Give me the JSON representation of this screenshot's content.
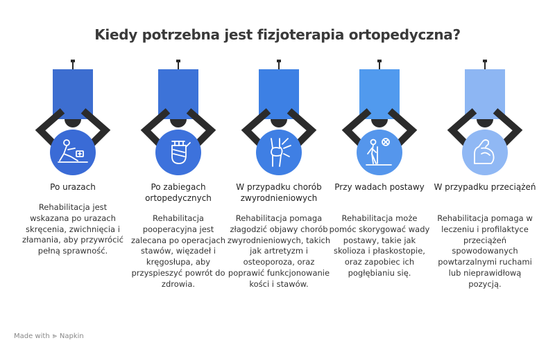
{
  "title": "Kiedy potrzebna jest fizjoterapia ortopedyczna?",
  "colors": {
    "arm": "#2b2b2b",
    "block": [
      "#3d6ed0",
      "#3d73d8",
      "#3d80e4",
      "#519aee",
      "#8db6f3"
    ],
    "circle": [
      "#3a6bd6",
      "#3d72dc",
      "#3f7fe4",
      "#5596ec",
      "#90b8f4"
    ]
  },
  "items": [
    {
      "heading": "Po urazach",
      "description": "Rehabilitacja jest wskazana po urazach skręcenia, zwichnięcia i złamania, aby przywrócić pełną sprawność.",
      "icon": "injured-person-icon"
    },
    {
      "heading": "Po zabiegach ortopedycznych",
      "description": "Rehabilitacja pooperacyjna jest zalecana po operacjach stawów, więzadeł i kręgosłupa, aby przyspieszyć powrót do zdrowia.",
      "icon": "bandaged-hand-icon"
    },
    {
      "heading": "W przypadku chorób zwyrodnieniowych",
      "description": "Rehabilitacja pomaga złagodzić objawy chorób zwyrodnieniowych, takich jak artretyzm i osteoporoza, oraz poprawić funkcjonowanie kości i stawów.",
      "icon": "knee-joint-icon"
    },
    {
      "heading": "Przy wadach postawy",
      "description": "Rehabilitacja może pomóc skorygować wady postawy, takie jak skolioza i płaskostopie, oraz zapobiec ich pogłębianiu się.",
      "icon": "posture-icon"
    },
    {
      "heading": "W przypadku przeciążeń",
      "description": "Rehabilitacja pomaga w leczeniu i profilaktyce przeciążeń spowodowanych powtarzalnymi ruchami lub nieprawidłową pozycją.",
      "icon": "flexed-arm-icon"
    }
  ],
  "footer": {
    "made_with": "Made with",
    "brand": "Napkin"
  }
}
